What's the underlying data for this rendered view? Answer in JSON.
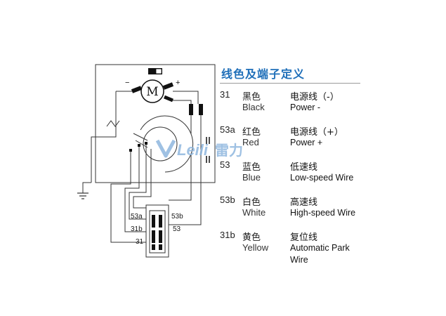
{
  "diagram": {
    "motor_label": "M",
    "minus_sign": "−",
    "plus_sign": "+",
    "terminal_labels": [
      "53a",
      "53b",
      "31b",
      "53",
      "31"
    ],
    "watermark_text": "Leili",
    "watermark_cn": "雷力"
  },
  "legend": {
    "title": "线色及端子定义",
    "rows": [
      {
        "code": "31",
        "color_zh": "黑色",
        "color_en": "Black",
        "func_zh": "电源线（-）",
        "func_en": "Power -"
      },
      {
        "code": "53a",
        "color_zh": "红色",
        "color_en": "Red",
        "func_zh": "电源线（+）",
        "func_en": "Power +"
      },
      {
        "code": "53",
        "color_zh": "蓝色",
        "color_en": "Blue",
        "func_zh": "低速线",
        "func_en": "Low-speed Wire"
      },
      {
        "code": "53b",
        "color_zh": "白色",
        "color_en": "White",
        "func_zh": "高速线",
        "func_en": "High-speed Wire"
      },
      {
        "code": "31b",
        "color_zh": "黄色",
        "color_en": "Yellow",
        "func_zh": "复位线",
        "func_en": "Automatic Park Wire"
      }
    ]
  },
  "colors": {
    "title_blue": "#1f6fb9",
    "watermark": "#8fb7df",
    "line": "#333333"
  }
}
